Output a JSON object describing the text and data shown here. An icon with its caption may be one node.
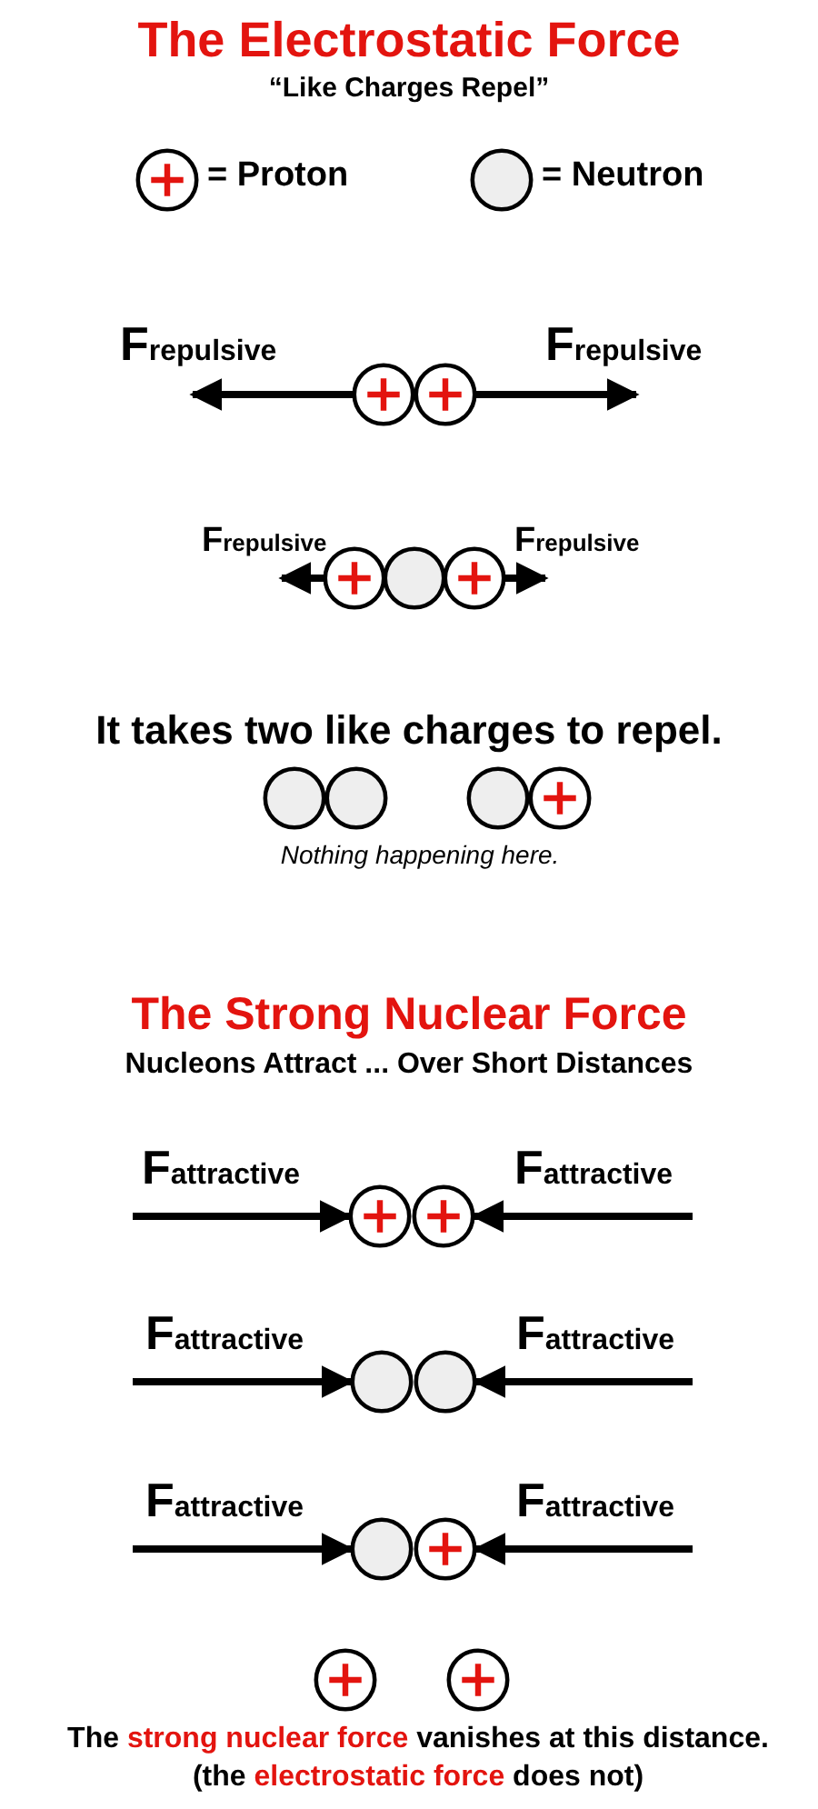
{
  "diagram": {
    "title": "The Electrostatic Force",
    "nodes": [
      {
        "text": [],
        "shape": "circle"
      },
      {
        "text": [],
        "shape": "circle"
      },
      {
        "text": [],
        "shape": "circle"
      },
      {
        "text": [],
        "shape": "circle"
      },
      {
        "text": [],
        "shape": "circle"
      },
      {
        "text": [],
        "shape": "circle"
      },
      {
        "text": [],
        "shape": "circle"
      },
      {
        "text": [],
        "shape": "circle"
      },
      {
        "text": [],
        "shape": "circle"
      },
      {
        "text": [],
        "shape": "circle"
      },
      {
        "text": [],
        "shape": "circle"
      },
      {
        "text": [],
        "shape": "circle"
      },
      {
        "text": [],
        "shape": "circle"
      },
      {
        "text": [],
        "shape": "circle"
      },
      {
        "text": [],
        "shape": "circle"
      },
      {
        "text": [],
        "shape": "circle"
      },
      {
        "text": [],
        "shape": "circle"
      }
    ],
    "edges": [
      {
        "from": 0,
        "to": null,
        "arrow": "to",
        "label": "F$_{repulsive}$"
      },
      {
        "from": 1,
        "to": null,
        "arrow": "to",
        "label": "F$_{repulsive}$"
      },
      {
        "from": 2,
        "to": null,
        "arrow": "to",
        "label": "F$_{repulsive}$"
      },
      {
        "from": 4,
        "to": null,
        "arrow": "to",
        "label": "F$_{repulsive}$"
      },
      {
        "from": null,
        "to": 9,
        "arrow": "to",
        "label": "F$_{attractive}$"
      },
      {
        "from": null,
        "to": 10,
        "arrow": "to",
        "label": "F$_{attractive}$"
      },
      {
        "from": null,
        "to": 11,
        "arrow": "to",
        "label": "F$_{attractive}$"
      },
      {
        "from": null,
        "to": 12,
        "arrow": "to",
        "label": "F$_{attractive}$"
      },
      {
        "from": null,
        "to": 13,
        "arrow": "to",
        "label": "F$_{attractive}$"
      },
      {
        "from": null,
        "to": 14,
        "arrow": "to",
        "label": "F$_{attractive}$"
      }
    ],
    "labels": [
      "“Like Charges Repel”",
      "It takes two like charges to repel.",
      "Nothing happening here.",
      "The Strong Nuclear Force",
      "Nucleons Attract ... Over Short Distances",
      "The **strong nuclear force** vanishes at this distance.",
      "(the **electrostatic force** does not)"
    ],
    "legend": [
      {
        "text": "= Proton"
      },
      {
        "text": "= Neutron"
      }
    ]
  }
}
